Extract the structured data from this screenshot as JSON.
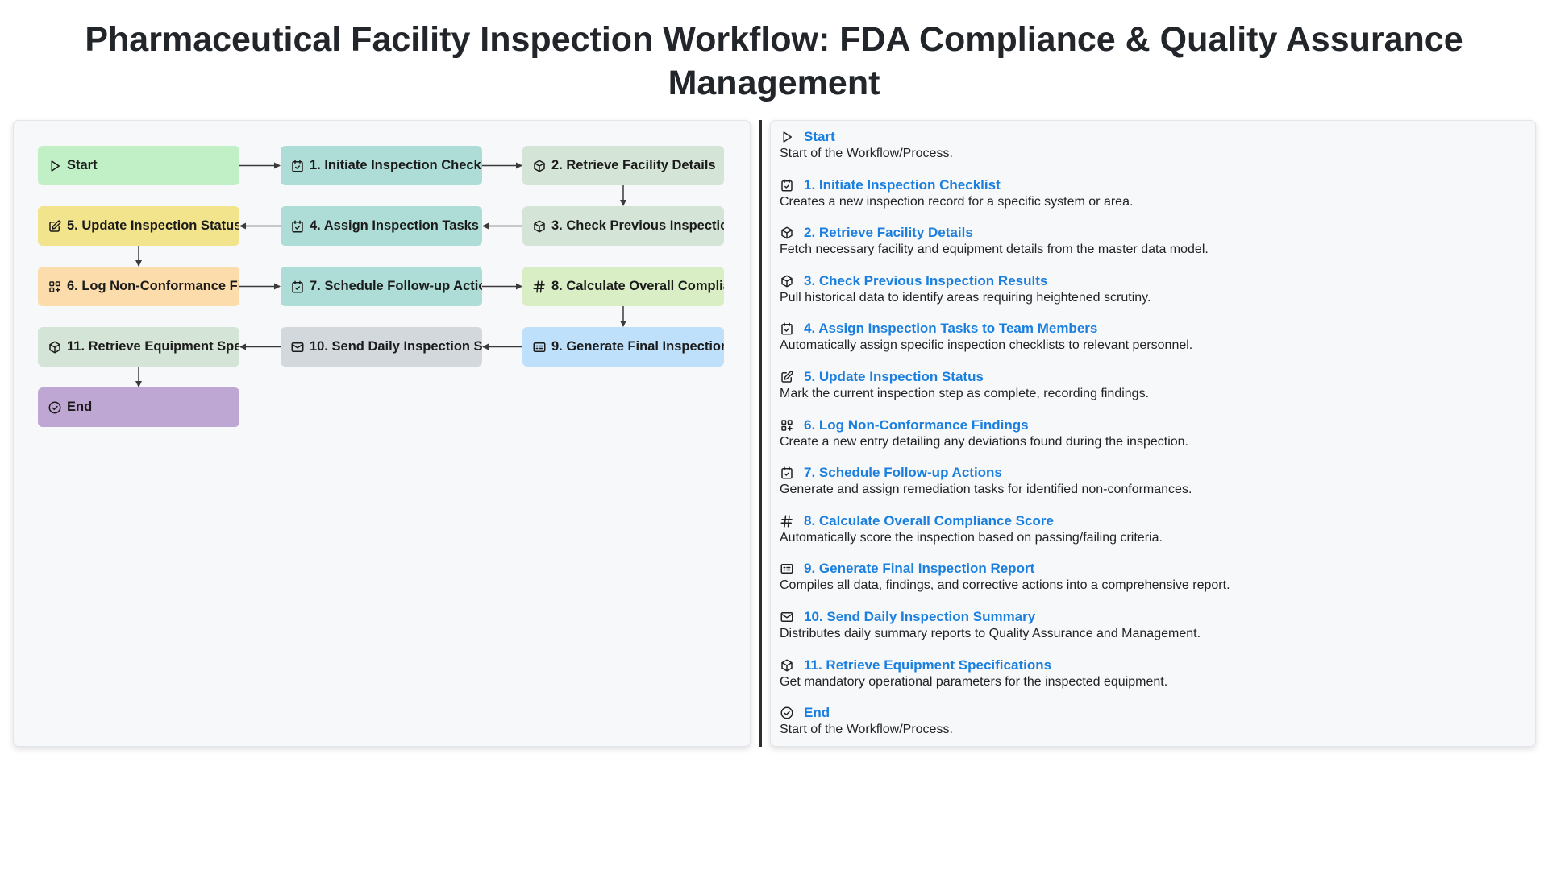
{
  "title": "Pharmaceutical Facility Inspection Workflow: FDA Compliance & Quality Assurance Management",
  "flow_nodes": [
    {
      "label": "Start",
      "icon": "play-icon",
      "color": "#c1f0c7"
    },
    {
      "label": "1. Initiate Inspection Checklist",
      "icon": "checkbox-icon",
      "color": "#aedcd6"
    },
    {
      "label": "2. Retrieve Facility Details",
      "icon": "cube-icon",
      "color": "#d4e4d6"
    },
    {
      "label": "3. Check Previous Inspection Results",
      "icon": "cube-icon",
      "color": "#d4e4d6"
    },
    {
      "label": "4. Assign Inspection Tasks to Team Members",
      "icon": "checkbox-icon",
      "color": "#aedcd6"
    },
    {
      "label": "5. Update Inspection Status",
      "icon": "edit-icon",
      "color": "#f2e48d"
    },
    {
      "label": "6. Log Non-Conformance Findings",
      "icon": "grid-add-icon",
      "color": "#fddcab"
    },
    {
      "label": "7. Schedule Follow-up Actions",
      "icon": "checkbox-icon",
      "color": "#aedcd6"
    },
    {
      "label": "8. Calculate Overall Compliance Score",
      "icon": "hash-icon",
      "color": "#d9eec4"
    },
    {
      "label": "9. Generate Final Inspection Report",
      "icon": "report-icon",
      "color": "#bfe0fb"
    },
    {
      "label": "10. Send Daily Inspection Summary",
      "icon": "mail-icon",
      "color": "#d3d8dd"
    },
    {
      "label": "11. Retrieve Equipment Specifications",
      "icon": "cube-icon",
      "color": "#d4e4d6"
    },
    {
      "label": "End",
      "icon": "check-circle-icon",
      "color": "#bea7d2"
    }
  ],
  "details": [
    {
      "title": "Start",
      "desc": "Start of the Workflow/Process.",
      "icon": "play-icon"
    },
    {
      "title": "1. Initiate Inspection Checklist",
      "desc": "Creates a new inspection record for a specific system or area.",
      "icon": "checkbox-icon"
    },
    {
      "title": "2. Retrieve Facility Details",
      "desc": "Fetch necessary facility and equipment details from the master data model.",
      "icon": "cube-icon"
    },
    {
      "title": "3. Check Previous Inspection Results",
      "desc": "Pull historical data to identify areas requiring heightened scrutiny.",
      "icon": "cube-icon"
    },
    {
      "title": "4. Assign Inspection Tasks to Team Members",
      "desc": "Automatically assign specific inspection checklists to relevant personnel.",
      "icon": "checkbox-icon"
    },
    {
      "title": "5. Update Inspection Status",
      "desc": "Mark the current inspection step as complete, recording findings.",
      "icon": "edit-icon"
    },
    {
      "title": "6. Log Non-Conformance Findings",
      "desc": "Create a new entry detailing any deviations found during the inspection.",
      "icon": "grid-add-icon"
    },
    {
      "title": "7. Schedule Follow-up Actions",
      "desc": "Generate and assign remediation tasks for identified non-conformances.",
      "icon": "checkbox-icon"
    },
    {
      "title": "8. Calculate Overall Compliance Score",
      "desc": "Automatically score the inspection based on passing/failing criteria.",
      "icon": "hash-icon"
    },
    {
      "title": "9. Generate Final Inspection Report",
      "desc": "Compiles all data, findings, and corrective actions into a comprehensive report.",
      "icon": "report-icon"
    },
    {
      "title": "10. Send Daily Inspection Summary",
      "desc": "Distributes daily summary reports to Quality Assurance and Management.",
      "icon": "mail-icon"
    },
    {
      "title": "11. Retrieve Equipment Specifications",
      "desc": "Get mandatory operational parameters for the inspected equipment.",
      "icon": "cube-icon"
    },
    {
      "title": "End",
      "desc": "Start of the Workflow/Process.",
      "icon": "check-circle-icon"
    }
  ]
}
